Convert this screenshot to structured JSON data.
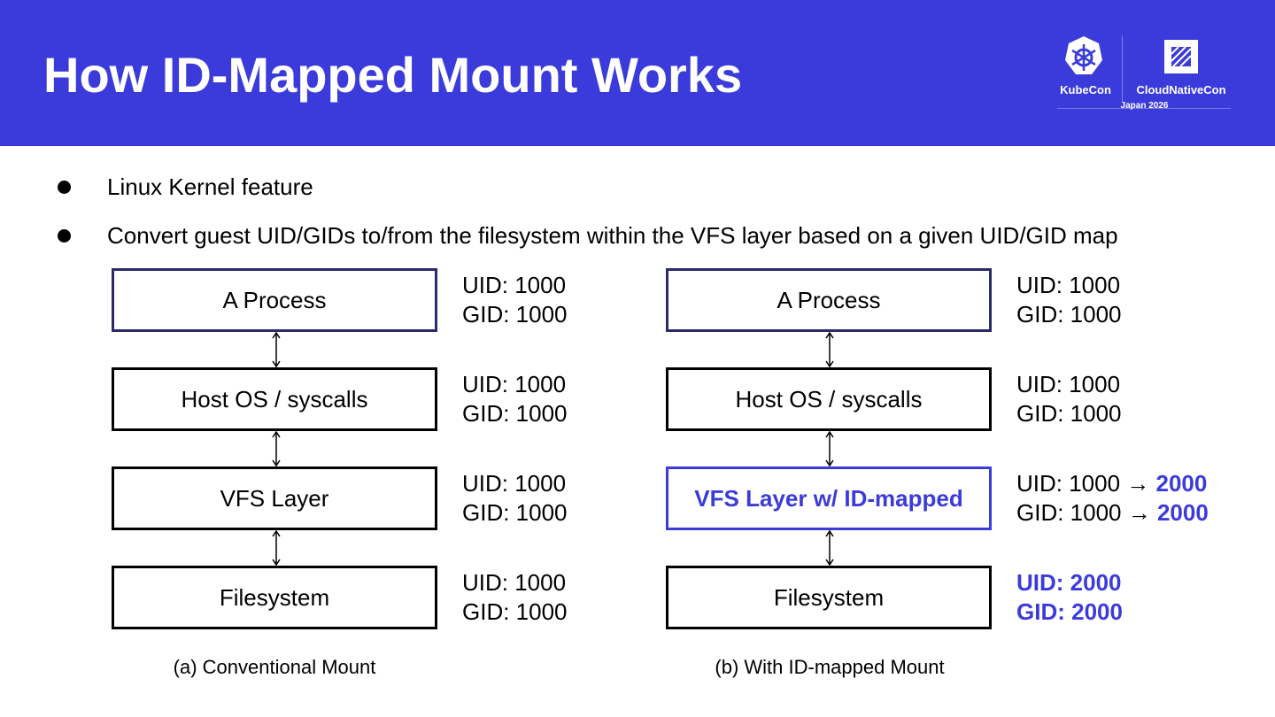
{
  "title": "How ID-Mapped Mount Works",
  "logo": {
    "left_label": "KubeCon",
    "right_label": "CloudNativeCon",
    "event": "Japan 2026"
  },
  "bullets": [
    "Linux Kernel feature",
    "Convert guest UID/GIDs to/from the filesystem within the VFS layer based on a given UID/GID map"
  ],
  "diagram_a": {
    "caption": "(a) Conventional Mount",
    "layers": [
      {
        "label": "A Process",
        "uid": "UID: 1000",
        "gid": "GID: 1000"
      },
      {
        "label": "Host OS / syscalls",
        "uid": "UID: 1000",
        "gid": "GID: 1000"
      },
      {
        "label": "VFS Layer",
        "uid": "UID: 1000",
        "gid": "GID: 1000"
      },
      {
        "label": "Filesystem",
        "uid": "UID: 1000",
        "gid": "GID: 1000"
      }
    ]
  },
  "diagram_b": {
    "caption": "(b) With ID-mapped Mount",
    "layers": [
      {
        "label": "A Process",
        "uid": "UID: 1000",
        "gid": "GID: 1000"
      },
      {
        "label": "Host OS / syscalls",
        "uid": "UID: 1000",
        "gid": "GID: 1000"
      },
      {
        "label": "VFS Layer w/ ID-mapped",
        "uid_prefix": "UID: 1000 → ",
        "uid_mapped": "2000",
        "gid_prefix": "GID: 1000 → ",
        "gid_mapped": "2000"
      },
      {
        "label": "Filesystem",
        "uid": "UID: 2000",
        "gid": "GID: 2000"
      }
    ]
  },
  "colors": {
    "header": "#3b3bdb",
    "accent": "#3b3bdb",
    "process_border": "#2b2a6b"
  },
  "icons": [
    "kubernetes-helm-icon",
    "cncf-icon",
    "bullet-dot-icon",
    "double-arrow-icon"
  ]
}
